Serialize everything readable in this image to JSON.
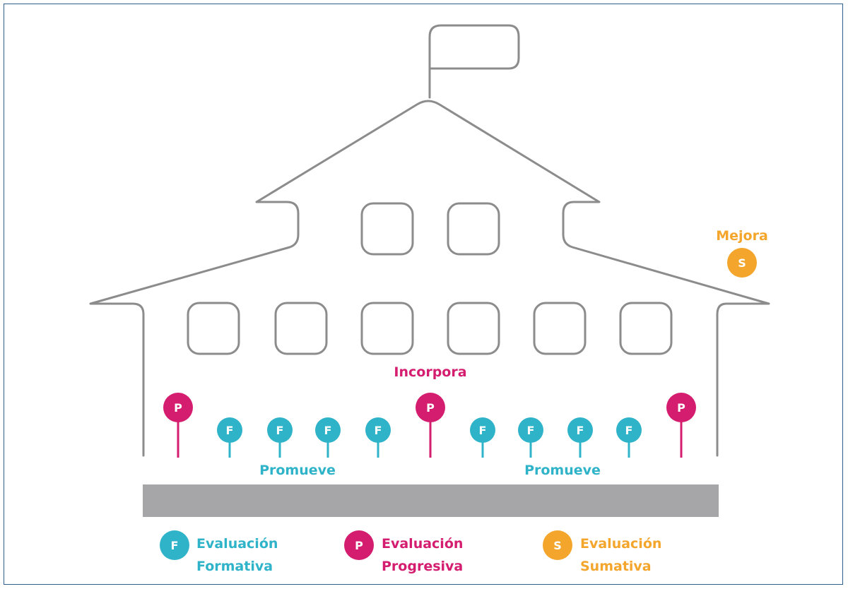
{
  "colors": {
    "formativa": "#2fb3c9",
    "progresiva": "#d41d6f",
    "sumativa": "#f4a52b",
    "outline": "#8c8c8c",
    "ground": "#a6a6a8",
    "frame": "#2f5f8f"
  },
  "labels": {
    "mejora": "Mejora",
    "incorpora": "Incorpora",
    "promueve_left": "Promueve",
    "promueve_right": "Promueve"
  },
  "markers": [
    {
      "letter": "P",
      "kind": "progresiva"
    },
    {
      "letter": "F",
      "kind": "formativa"
    },
    {
      "letter": "F",
      "kind": "formativa"
    },
    {
      "letter": "F",
      "kind": "formativa"
    },
    {
      "letter": "F",
      "kind": "formativa"
    },
    {
      "letter": "P",
      "kind": "progresiva"
    },
    {
      "letter": "F",
      "kind": "formativa"
    },
    {
      "letter": "F",
      "kind": "formativa"
    },
    {
      "letter": "F",
      "kind": "formativa"
    },
    {
      "letter": "F",
      "kind": "formativa"
    },
    {
      "letter": "P",
      "kind": "progresiva"
    }
  ],
  "sumativa_marker": {
    "letter": "S"
  },
  "legend": [
    {
      "letter": "F",
      "line1": "Evaluación",
      "line2": "Formativa",
      "kind": "formativa"
    },
    {
      "letter": "P",
      "line1": "Evaluación",
      "line2": "Progresiva",
      "kind": "progresiva"
    },
    {
      "letter": "S",
      "line1": "Evaluación",
      "line2": "Sumativa",
      "kind": "sumativa"
    }
  ]
}
